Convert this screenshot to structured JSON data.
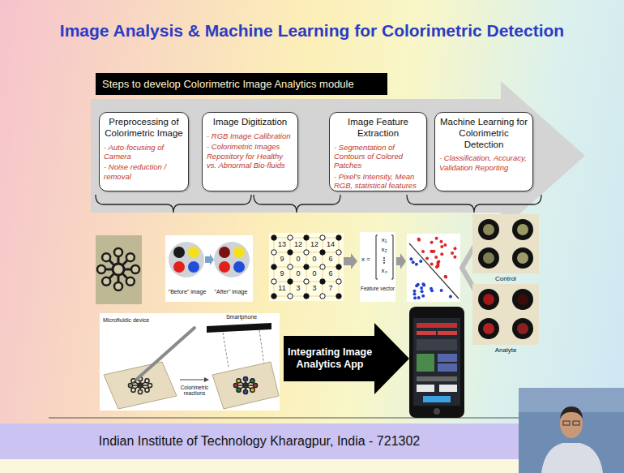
{
  "diagram": {
    "title": "Image Analysis & Machine Learning for Colorimetric Detection",
    "nodes": [
      {
        "text": [
          "Steps to develop Colorimetric Image Analytics module"
        ]
      },
      {
        "text": [
          "Preprocessing of Colorimetric Image",
          "- Auto-focusing of Camera",
          "- Noise reduction / removal"
        ]
      },
      {
        "text": [
          "Image Digitization",
          "- RGB Image Calibration",
          "- Colorimetric Images Repository for Healthy vs. Abnormal Bio-fluids"
        ]
      },
      {
        "text": [
          "Image Feature Extraction",
          "- Segmentation of Contours of Colored Patches",
          "- Pixel's Intensity, Mean RGB, statistical features"
        ]
      },
      {
        "text": [
          "Machine Learning for Colorimetric Detection",
          "- Classification, Accuracy, Validation Reporting"
        ]
      },
      {
        "text": [
          "Integrating Image Analytics App"
        ]
      },
      {
        "text": [
          "Indian Institute of Technology Kharagpur, India - 721302"
        ]
      }
    ],
    "labels": [
      "\"Before\" image",
      "\"After\" image",
      "13",
      "12",
      "12",
      "14",
      "9",
      "0",
      "0",
      "6",
      "9",
      "0",
      "0",
      "6",
      "11",
      "3",
      "3",
      "7",
      "x =",
      "x₁",
      "x₂",
      "xₙ",
      "Feature vector",
      "Control",
      "Analyte",
      "Microfluidic device",
      "Smartphone",
      "Colorimetric reactions"
    ]
  }
}
